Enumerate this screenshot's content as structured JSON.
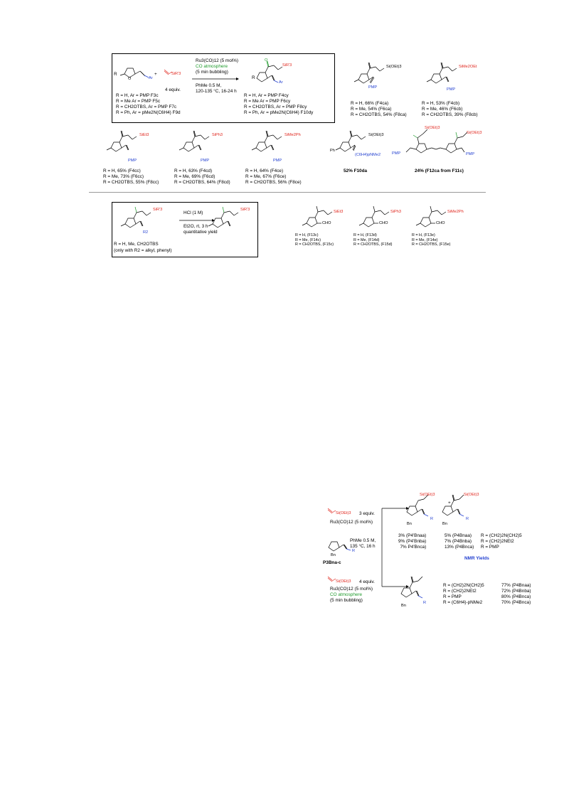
{
  "top_scheme": {
    "reagent_equiv": "4 equiv.",
    "catalyst": "Ru3(CO)12 (5 mol%)",
    "atmosphere": "CO atmosphere",
    "bubbling": "(5 min bubbling)",
    "solvent": "PhMe 0.5 M,",
    "conditions": "120-135 °C, 16-24 h",
    "start_substituents": [
      "R = H, Ar = PMP F3c",
      "R = Me Ar = PMP F5c",
      "R = CH2OTBS, Ar = PMP F7c",
      "R = Ph, Ar = pMe2N(C6H4) F9d"
    ],
    "product_substituents": [
      "R = H, Ar = PMP F4cy",
      "R = Me Ar = PMP F6cy",
      "R = CH2OTBS, Ar = PMP F8cy",
      "R = Ph, Ar = pMe2N(C6H4) F10dy"
    ],
    "labels": {
      "sir3": "SiR'3",
      "ar": "Ar",
      "r": "R",
      "o": "O",
      "plus": "+"
    }
  },
  "products_row1": [
    {
      "silyl": "Si(OEt)3",
      "n": "PMP",
      "yields": [
        "R = H, 66% (F4ca)",
        "R = Me, 54% (F6ca)",
        "R = CH2OTBS, 54% (F8ca)"
      ]
    },
    {
      "silyl": "SiMe2OEt",
      "n": "PMP",
      "yields": [
        "R = H, 53% (F4cb)",
        "R = Me, 46% (F6cb)",
        "R = CH2OTBS, 39% (F8cb)"
      ]
    }
  ],
  "products_row2": [
    {
      "silyl": "SiEt3",
      "n": "PMP",
      "yields": [
        "R = H, 65% (F4cc)",
        "R = Me, 73% (F6cc)",
        "R = CH2OTBS, 55% (F8cc)"
      ]
    },
    {
      "silyl": "SiPh3",
      "n": "PMP",
      "yields": [
        "R = H, 63% (F4cd)",
        "R = Me, 69% (F6cd)",
        "R = CH2OTBS, 64% (F8cd)"
      ]
    },
    {
      "silyl": "SiMe2Ph",
      "n": "PMP",
      "yields": [
        "R = H, 64% (F4ce)",
        "R = Me, 67% (F6ce)",
        "R = CH2OTBS, 56% (F8ce)"
      ]
    }
  ],
  "f10da": {
    "silyl": "Si(OEt)3",
    "n": "(C6H4)pNMe2",
    "r": "Ph",
    "yield": "52% F10da"
  },
  "f12ca": {
    "silyl": "Si(OEt)3",
    "n": "PMP",
    "yield": "24% (F12ca from F11c)"
  },
  "hydrolysis": {
    "reagent": "HCl (1 M)",
    "solvent": "Et2O, rt, 3 h",
    "yield": "quantitative yield",
    "scope": "R = H, Me, CH2OTBS",
    "note": "(only with R2 = alkyl, phenyl)",
    "n": "R2",
    "silyl": "SiR'3"
  },
  "aldehydes": [
    {
      "silyl": "SiEt3",
      "cho": "CHO",
      "items": [
        "R = H, (F13c)",
        "R = Me, (F14c)",
        "R = CH2OTBS, (F15c)"
      ]
    },
    {
      "silyl": "SiPh3",
      "cho": "CHO",
      "items": [
        "R = H, (F13d)",
        "R = Me, (F14d)",
        "R = CH2OTBS, (F15d)"
      ]
    },
    {
      "silyl": "SiMe2Ph",
      "cho": "CHO",
      "items": [
        "R = H, (F13e)",
        "R = Me, (F14e)",
        "R = CH2OTBS, (F15e)"
      ]
    }
  ],
  "pyrrole_scheme": {
    "upper_reagent": "Si(OEt)3",
    "upper_equiv": "3 equiv.",
    "upper_catalyst": "Ru3(CO)12 (5 mol%)",
    "mid_solvent": "PhMe 0.5 M,",
    "mid_conditions": "135 °C, 16 h",
    "substrate": "P3Bna-c",
    "lower_reagent": "Si(OEt)3",
    "lower_equiv": "4 equiv.",
    "lower_catalyst": "Ru3(CO)12 (5 mol%)",
    "lower_atmosphere": "CO atmosphere",
    "lower_bubbling": "(5 min bubbling)",
    "bn": "Bn",
    "n_r": "R",
    "nmr_col1": [
      "3% (P4'Bnaa)",
      "9% (P4'Bnba)",
      "7% P4'Bnca)"
    ],
    "nmr_col2": [
      "5% (P4Bnaa)",
      "7% (P4Bnba)",
      "13% (P4Bnca)"
    ],
    "nmr_col3": [
      "R = (CH2)2N(CH2)5",
      "R = (CH2)2NEt2",
      "R = PMP"
    ],
    "nmr_label": "NMR Yields",
    "final_r": [
      "R = (CH2)2N(CH2)5",
      "R = (CH2)2NEt2",
      "R = PMP",
      "R = (C6H4)-pNMe2"
    ],
    "final_yield": [
      "77% (P4Bnaa)",
      "72% (P4Bnba)",
      "80% (P4Bnca)",
      "70% (P4Bnca)"
    ]
  }
}
